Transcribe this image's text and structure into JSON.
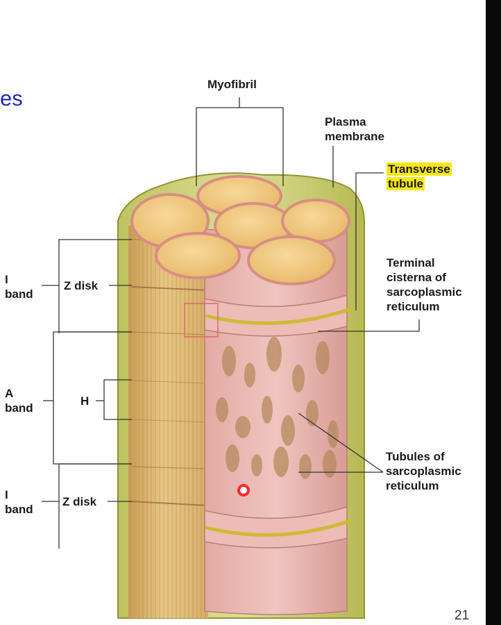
{
  "slide": {
    "title_fragment": "es",
    "page_number": "21"
  },
  "labels": {
    "myofibril": "Myofibril",
    "plasma_membrane_1": "Plasma",
    "plasma_membrane_2": "membrane",
    "transverse_tubule_1": "Transverse",
    "transverse_tubule_2": "tubule",
    "terminal_cisterna_1": "Terminal",
    "terminal_cisterna_2": "cisterna of",
    "terminal_cisterna_3": "sarcoplasmic",
    "terminal_cisterna_4": "reticulum",
    "tubules_sr_1": "Tubules of",
    "tubules_sr_2": "sarcoplasmic",
    "tubules_sr_3": "reticulum",
    "i_band_top_1": "I",
    "i_band_top_2": "band",
    "z_disk_top": "Z disk",
    "a_band_1": "A",
    "a_band_2": "band",
    "h_zone": "H",
    "i_band_bottom_1": "I",
    "i_band_bottom_2": "band",
    "z_disk_bottom": "Z disk"
  },
  "colors": {
    "myofibril_top": "#f1c77e",
    "fiber_body": "#e3c07e",
    "sarcoplasmic_reticulum": "#e8b4ae",
    "transverse_tubule": "#d9c23a",
    "membrane": "#cfd27a",
    "highlight": "#f6e619",
    "slide_text": "#1f2ab8",
    "marker": "#ff2a2a"
  }
}
